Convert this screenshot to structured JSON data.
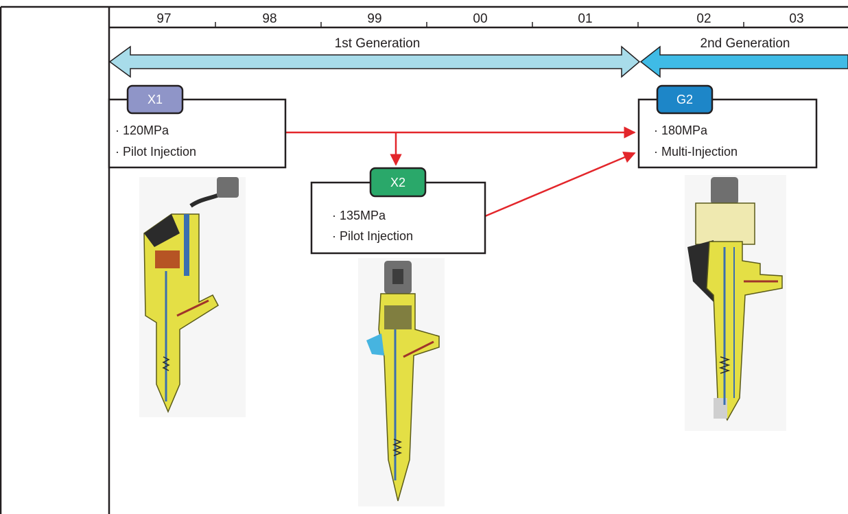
{
  "timeline": {
    "years": [
      "97",
      "98",
      "99",
      "00",
      "01",
      "02",
      "03"
    ]
  },
  "generations": [
    {
      "label": "1st Generation",
      "color": "#a8dcea"
    },
    {
      "label": "2nd Generation",
      "color": "#3fbbe6"
    }
  ],
  "injectors": [
    {
      "id": "x1",
      "badge": "X1",
      "badge_color": "#8f95c8",
      "pressure": "· 120MPa",
      "feature": "· Pilot Injection"
    },
    {
      "id": "x2",
      "badge": "X2",
      "badge_color": "#2aa86a",
      "pressure": "· 135MPa",
      "feature": "· Pilot Injection"
    },
    {
      "id": "g2",
      "badge": "G2",
      "badge_color": "#1d86c8",
      "pressure": "· 180MPa",
      "feature": "· Multi-Injection"
    }
  ],
  "colors": {
    "connector_arrow": "#e3262b",
    "injector_body": "#e4df45",
    "injector_internal": "#3a6fb0",
    "injector_connector": "#6f6f6f"
  },
  "icons": [
    "x1-injector-cutaway-icon",
    "x2-injector-cutaway-icon",
    "g2-injector-cutaway-icon"
  ]
}
